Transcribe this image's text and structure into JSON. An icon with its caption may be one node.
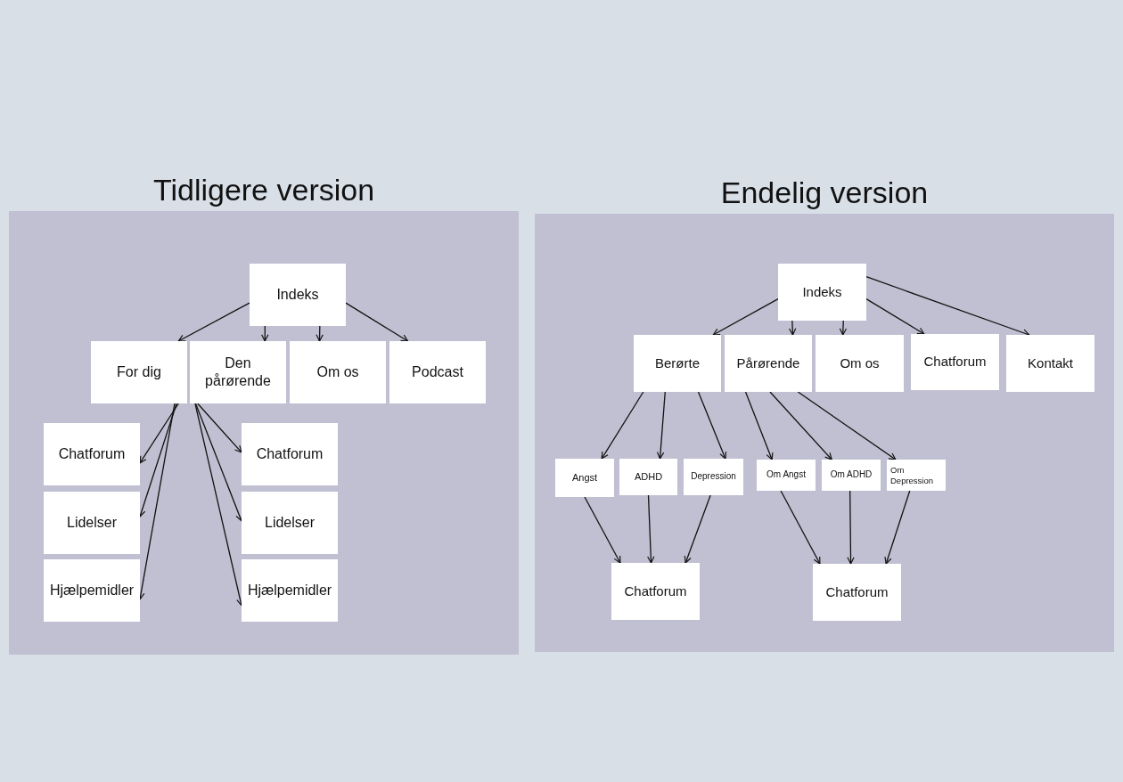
{
  "diagram": {
    "nodes": [
      {
        "text": [
          "Tidligere version"
        ]
      },
      {
        "text": [
          "Indeks"
        ],
        "in": 0
      },
      {
        "text": [
          "For dig"
        ],
        "in": 0
      },
      {
        "text": [
          "Den pårørende"
        ],
        "in": 0
      },
      {
        "text": [
          "Om os"
        ],
        "in": 0
      },
      {
        "text": [
          "Podcast"
        ],
        "in": 0
      },
      {
        "text": [
          "Chatforum"
        ],
        "in": 0
      },
      {
        "text": [
          "Lidelser"
        ],
        "in": 0
      },
      {
        "text": [
          "Hjælpemidler"
        ],
        "in": 0
      },
      {
        "text": [
          "Chatforum"
        ],
        "in": 0
      },
      {
        "text": [
          "Lidelser"
        ],
        "in": 0
      },
      {
        "text": [
          "Hjælpemidler"
        ],
        "in": 0
      },
      {
        "text": [
          "Endelig version"
        ]
      },
      {
        "text": [
          "Indeks"
        ],
        "in": 12
      },
      {
        "text": [
          "Berørte"
        ],
        "in": 12
      },
      {
        "text": [
          "Pårørende"
        ],
        "in": 12
      },
      {
        "text": [
          "Om os"
        ],
        "in": 12
      },
      {
        "text": [
          "Chatforum"
        ],
        "in": 12
      },
      {
        "text": [
          "Kontakt"
        ],
        "in": 12
      },
      {
        "text": [
          "Angst"
        ],
        "in": 12
      },
      {
        "text": [
          "ADHD"
        ],
        "in": 12
      },
      {
        "text": [
          "Depression"
        ],
        "in": 12
      },
      {
        "text": [
          "Om Angst"
        ],
        "in": 12
      },
      {
        "text": [
          "Om ADHD"
        ],
        "in": 12
      },
      {
        "text": [
          "Om Depression"
        ],
        "in": 12
      },
      {
        "text": [
          "Chatforum"
        ],
        "in": 12
      },
      {
        "text": [
          "Chatforum"
        ],
        "in": 12
      }
    ],
    "edges": [
      {
        "from": 1,
        "to": 2,
        "arrow": "to"
      },
      {
        "from": 1,
        "to": 3,
        "arrow": "to"
      },
      {
        "from": 1,
        "to": 4,
        "arrow": "to"
      },
      {
        "from": 1,
        "to": 5,
        "arrow": "to"
      },
      {
        "from": 2,
        "to": 6,
        "arrow": "to"
      },
      {
        "from": 2,
        "to": 7,
        "arrow": "to"
      },
      {
        "from": 2,
        "to": 8,
        "arrow": "to"
      },
      {
        "from": 3,
        "to": 9,
        "arrow": "to"
      },
      {
        "from": 3,
        "to": 10,
        "arrow": "to"
      },
      {
        "from": 3,
        "to": 11,
        "arrow": "to"
      },
      {
        "from": 13,
        "to": 14,
        "arrow": "to"
      },
      {
        "from": 13,
        "to": 15,
        "arrow": "to"
      },
      {
        "from": 13,
        "to": 16,
        "arrow": "to"
      },
      {
        "from": 13,
        "to": 17,
        "arrow": "to"
      },
      {
        "from": 13,
        "to": 18,
        "arrow": "to"
      },
      {
        "from": 14,
        "to": 19,
        "arrow": "to"
      },
      {
        "from": 14,
        "to": 20,
        "arrow": "to"
      },
      {
        "from": 14,
        "to": 21,
        "arrow": "to"
      },
      {
        "from": 15,
        "to": 22,
        "arrow": "to"
      },
      {
        "from": 15,
        "to": 23,
        "arrow": "to"
      },
      {
        "from": 15,
        "to": 24,
        "arrow": "to"
      },
      {
        "from": 19,
        "to": 25,
        "arrow": "to"
      },
      {
        "from": 20,
        "to": 25,
        "arrow": "to"
      },
      {
        "from": 21,
        "to": 25,
        "arrow": "to"
      },
      {
        "from": 22,
        "to": 26,
        "arrow": "to"
      },
      {
        "from": 23,
        "to": 26,
        "arrow": "to"
      },
      {
        "from": 24,
        "to": 26,
        "arrow": "to"
      }
    ]
  }
}
